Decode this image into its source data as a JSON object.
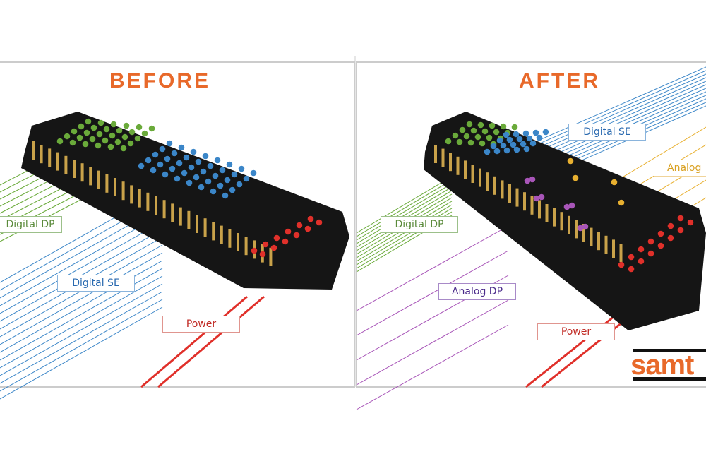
{
  "panels": {
    "before": {
      "title": "BEFORE",
      "labels": {
        "digital_dp": "Digital DP",
        "digital_se": "Digital SE",
        "power": "Power"
      }
    },
    "after": {
      "title": "AFTER",
      "labels": {
        "digital_se": "Digital SE",
        "analog": "Analog",
        "digital_dp": "Digital DP",
        "analog_dp": "Analog DP",
        "power": "Power"
      }
    }
  },
  "logo": {
    "text": "samt"
  },
  "colors": {
    "title": "#e8692a",
    "digital_dp": "#6aaa3a",
    "digital_se": "#3b86c8",
    "power": "#e0302a",
    "analog": "#e8b030",
    "analog_dp": "#a855b8",
    "connector": "#151515",
    "pin": "#c9a24a",
    "border": "#cccccc"
  }
}
